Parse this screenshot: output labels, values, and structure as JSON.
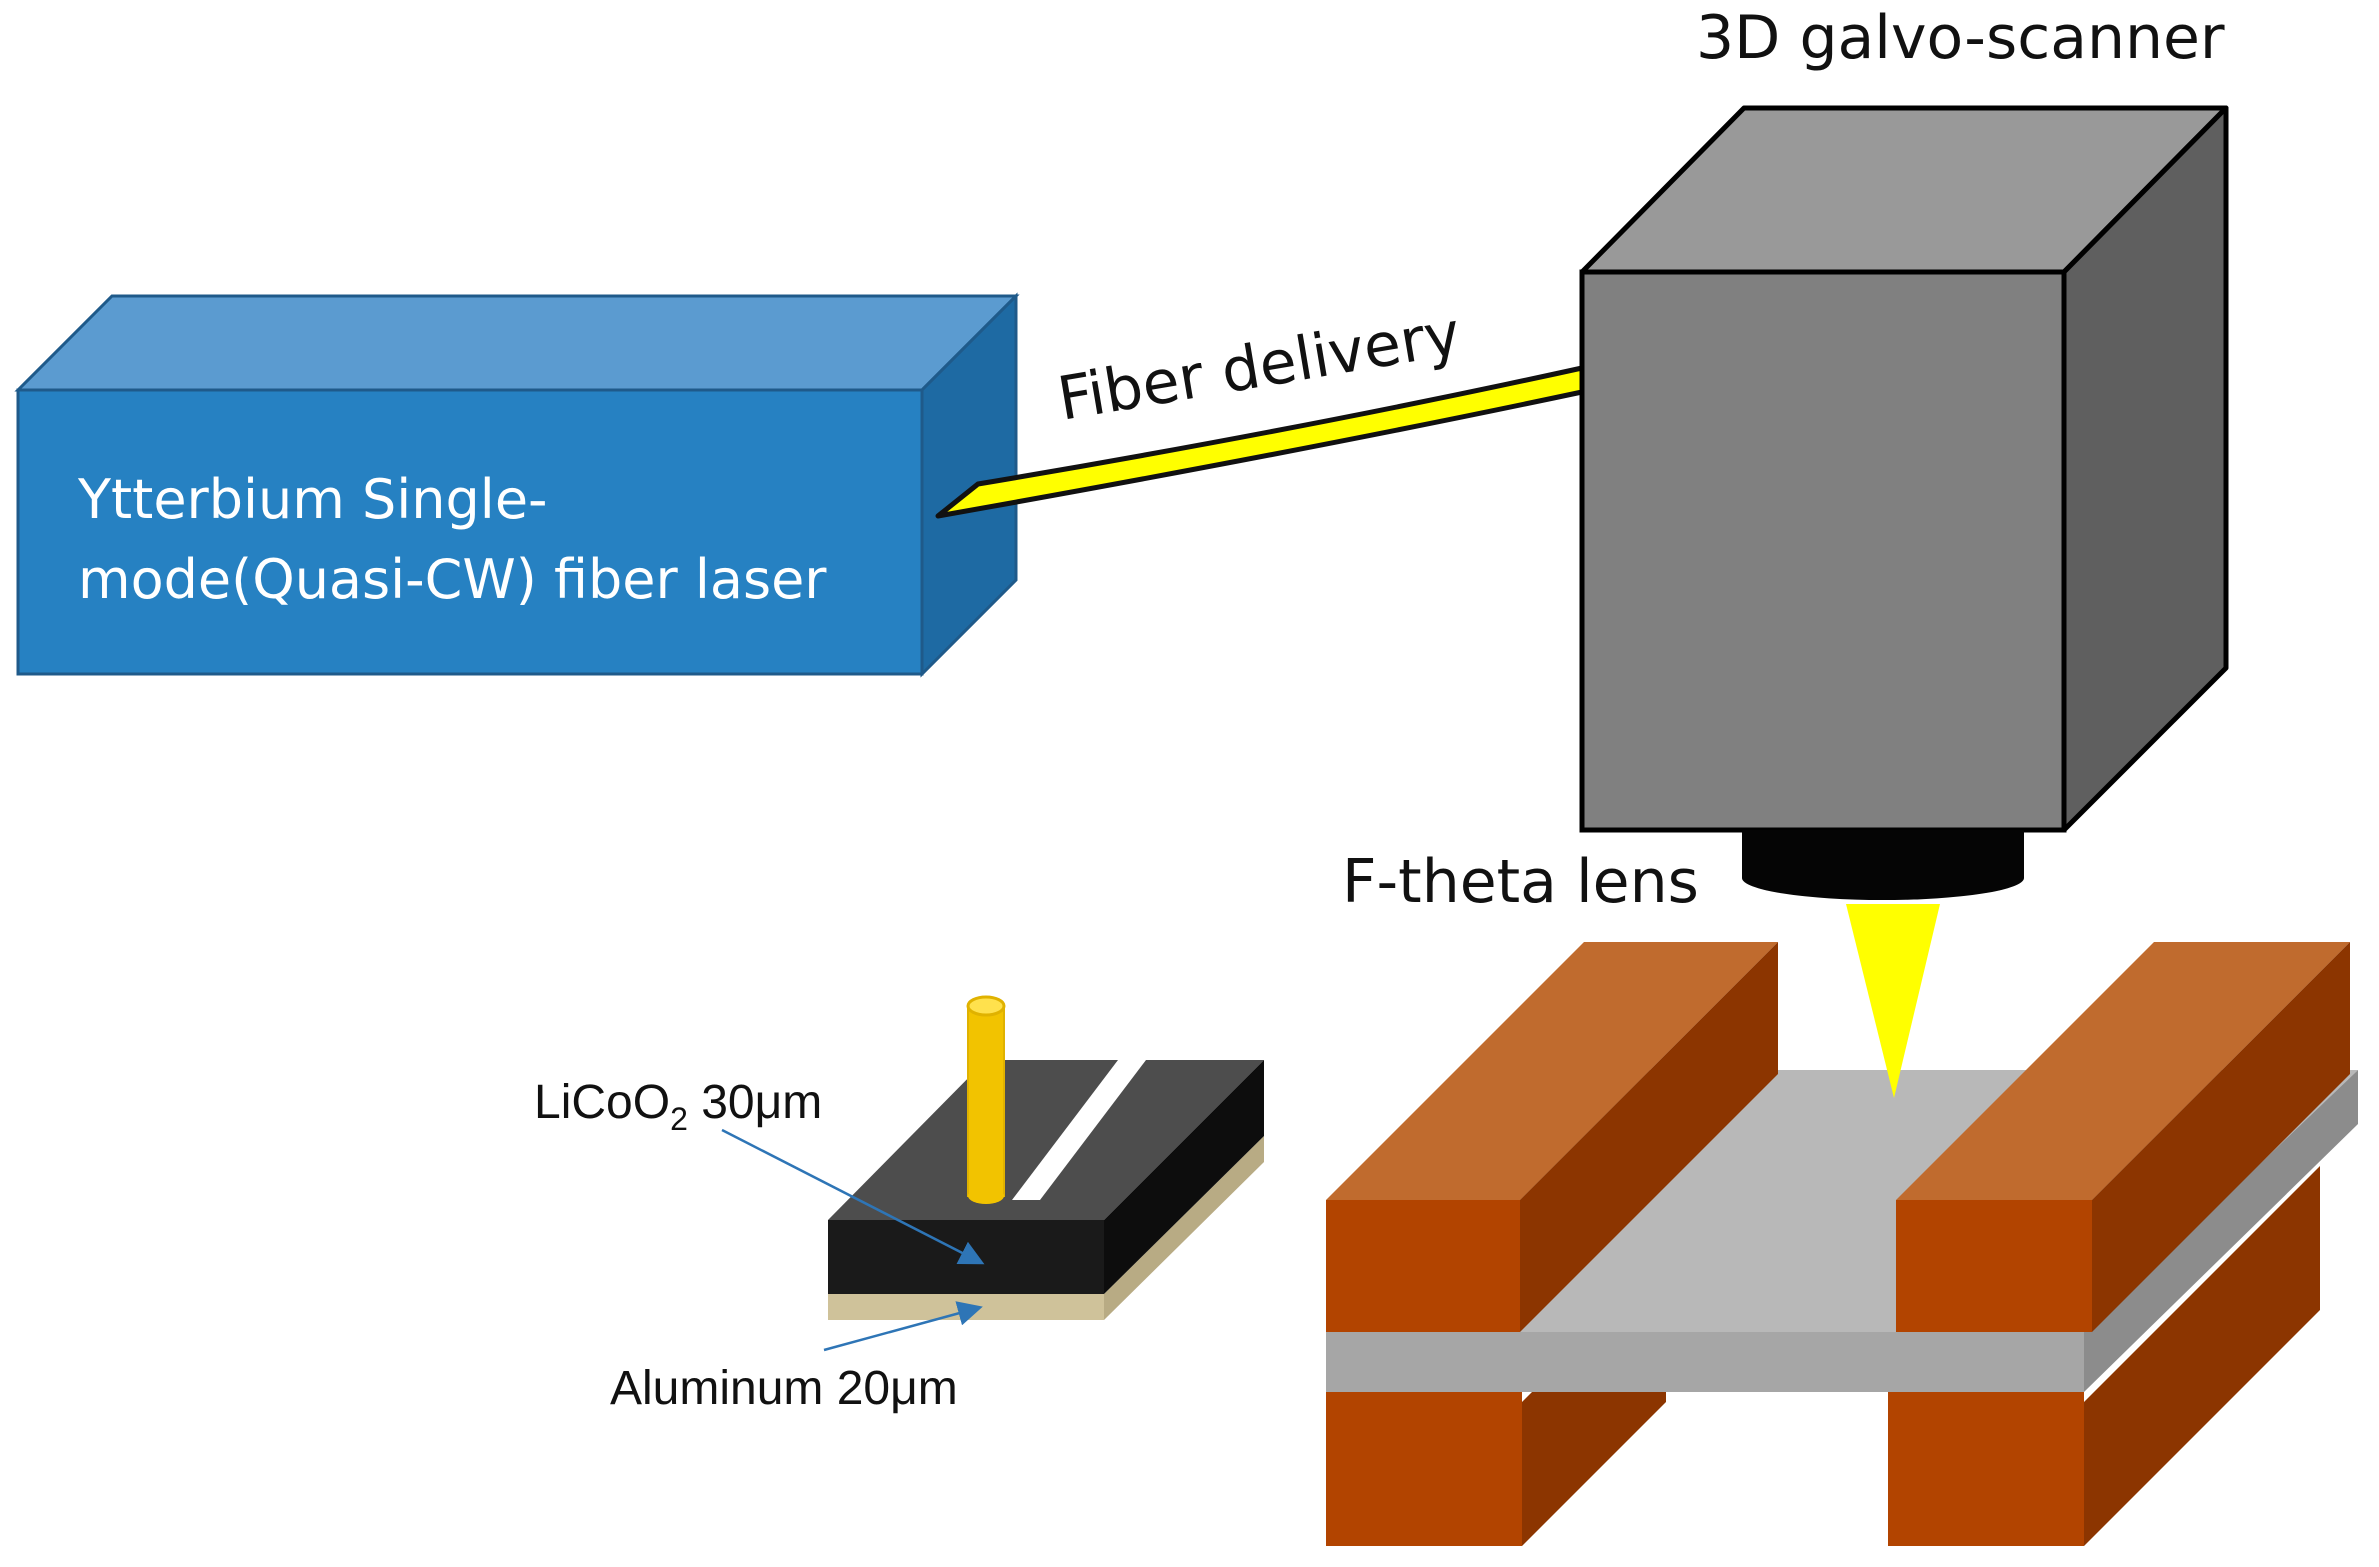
{
  "labels": {
    "laser_line1": "Ytterbium Single-",
    "laser_line2": "mode(Quasi-CW) fiber laser",
    "fiber": "Fiber delivery",
    "scanner": "3D galvo-scanner",
    "lens": "F-theta lens",
    "licoo2_prefix": "LiCoO",
    "licoo2_sub": "2",
    "licoo2_suffix": " 30μm",
    "aluminum": "Aluminum 20μm"
  },
  "colors": {
    "laser_front": "#2681c2",
    "laser_top": "#5b9bd0",
    "laser_side": "#1e6aa3",
    "scanner_front": "#808080",
    "scanner_top": "#999999",
    "scanner_side": "#5f5f5f",
    "beam": "#ffff00",
    "copper_front": "#b24400",
    "copper_top": "#c06b2e",
    "copper_side": "#8c3500",
    "plate_top": "#b8b8b8",
    "plate_front": "#a6a6a6",
    "plate_side": "#8c8c8c",
    "electrode_top": "#4d4d4d",
    "electrode_front": "#1a1a1a",
    "aluminum_layer": "#cfc29a",
    "arrow": "#2e75b6"
  }
}
